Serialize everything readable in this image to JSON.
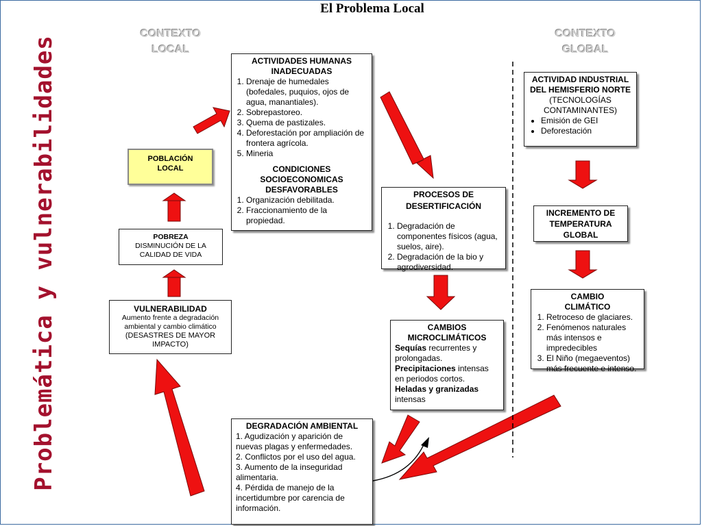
{
  "title": "El Problema Local",
  "side_title": "Problemática y vulnerabilidades",
  "contexto_local": [
    "CONTEXTO",
    "LOCAL"
  ],
  "contexto_global": [
    "CONTEXTO",
    "GLOBAL"
  ],
  "actividades": {
    "title_lines": [
      "ACTIVIDADES HUMANAS",
      "INADECUADAS"
    ],
    "items": [
      "Drenaje de humedales (bofedales, puquios, ojos de agua, manantiales).",
      "Sobrepastoreo.",
      "Quema de pastizales.",
      "Deforestación por ampliación de frontera agrícola.",
      "Mineria"
    ],
    "subtitle_lines": [
      "CONDICIONES",
      "SOCIOECONOMICAS",
      "DESFAVORABLES"
    ],
    "sub_items": [
      "Organización debilitada.",
      "Fraccionamiento de la propiedad."
    ]
  },
  "poblacion": [
    "POBLACIÓN",
    "LOCAL"
  ],
  "pobreza": {
    "title": "POBREZA",
    "lines": [
      "DISMINUCIÓN DE LA",
      "CALIDAD DE VIDA"
    ]
  },
  "vulnerabilidad": {
    "title": "VULNERABILIDAD",
    "lines": [
      "Aumento frente a degradación",
      "ambiental y cambio climático"
    ],
    "extra_lines": [
      "(DESASTRES DE MAYOR",
      "IMPACTO)"
    ]
  },
  "desertificacion": {
    "title_lines": [
      "PROCESOS DE",
      "DESERTIFICACIÓN"
    ],
    "items": [
      "Degradación de componentes físicos (agua, suelos, aire).",
      "Degradación de la bio y agrodiversidad."
    ]
  },
  "microclimaticos": {
    "title_lines": [
      "CAMBIOS",
      "MICROCLIMÁTICOS"
    ],
    "entries": [
      {
        "bold": "Sequías",
        "text": " recurrentes y prolongadas."
      },
      {
        "bold": "Precipitaciones",
        "text": " intensas en periodos cortos."
      },
      {
        "bold": "Heladas y granizadas",
        "text": " intensas"
      }
    ]
  },
  "degradacion": {
    "title": "DEGRADACIÓN AMBIENTAL",
    "lines": [
      "1. Agudización y aparición de nuevas plagas y enfermedades.",
      "2. Conflictos por el uso del agua.",
      "3. Aumento de la inseguridad alimentaria.",
      "4. Pérdida de manejo de la incertidumbre por carencia de información."
    ]
  },
  "actividad_industrial": {
    "title_lines": [
      "ACTIVIDAD INDUSTRIAL",
      "DEL HEMISFERIO NORTE"
    ],
    "sub_lines": [
      "(TECNOLOGÍAS",
      "CONTAMINANTES)"
    ],
    "bullets": [
      "Emisión de GEI",
      "Deforestación"
    ]
  },
  "incremento": [
    "INCREMENTO DE",
    "TEMPERATURA",
    "GLOBAL"
  ],
  "cambio_climatico": {
    "title_lines": [
      "CAMBIO",
      "CLIMÁTICO"
    ],
    "items": [
      "Retroceso de glaciares.",
      "Fenómenos naturales más intensos e impredecibles",
      "El Niño (megaeventos) más frecuente e intenso."
    ]
  },
  "colors": {
    "arrow": "#ee1111",
    "poblacion_bg": "#ffff99",
    "side_title": "#a3112d"
  }
}
